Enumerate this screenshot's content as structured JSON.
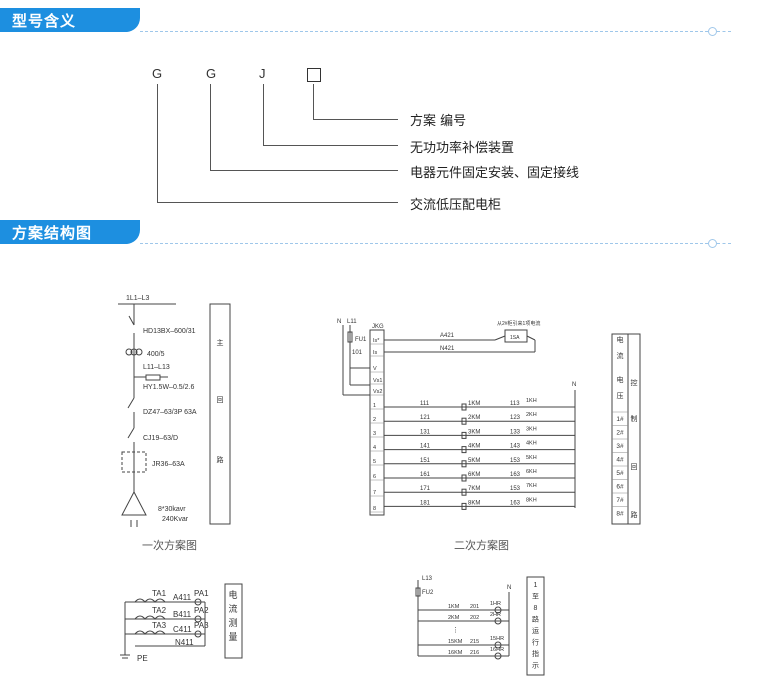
{
  "sections": {
    "model_title": "型号含义",
    "scheme_title": "方案结构图"
  },
  "model": {
    "letters": [
      "G",
      "G",
      "J"
    ],
    "meanings": [
      "方案 编号",
      "无功功率补偿装置",
      "电器元件固定安装、固定接线",
      "交流低压配电柜"
    ]
  },
  "primary": {
    "bus": "1L1–L3",
    "switch": "HD13BX–600/31",
    "ct": "400/5",
    "lines": "L11–L13",
    "arrester": "HY1.5W–0.5/2.6",
    "breaker": "DZ47–63/3P 63A",
    "contactor": "CJ19–63/D",
    "relay": "JR36–63A",
    "cap1": "8*30kavr",
    "cap2": "240Kvar",
    "side": [
      "主",
      "回",
      "路"
    ],
    "caption": "一次方案图"
  },
  "secondary": {
    "top_n": "N",
    "top_l": "L11",
    "fuse": "FU1",
    "node": "101",
    "jkg": "JKG",
    "ports": [
      "Is*",
      "Is",
      "V",
      "Vs1",
      "Vs2",
      "1",
      "2",
      "3",
      "4",
      "5",
      "6",
      "7",
      "8"
    ],
    "a421": "A421",
    "n421": "N421",
    "ammeter_note": "从2#柜引来1项电流",
    "ammeter": "1SA",
    "n_right": "N",
    "rows": [
      {
        "a": "111",
        "km": "1KM",
        "b": "113",
        "kh": "1KH"
      },
      {
        "a": "121",
        "km": "2KM",
        "b": "123",
        "kh": "2KH"
      },
      {
        "a": "131",
        "km": "3KM",
        "b": "133",
        "kh": "3KH"
      },
      {
        "a": "141",
        "km": "4KM",
        "b": "143",
        "kh": "4KH"
      },
      {
        "a": "151",
        "km": "5KM",
        "b": "153",
        "kh": "5KH"
      },
      {
        "a": "161",
        "km": "6KM",
        "b": "163",
        "kh": "6KH"
      },
      {
        "a": "171",
        "km": "7KM",
        "b": "153",
        "kh": "7KH"
      },
      {
        "a": "181",
        "km": "8KM",
        "b": "163",
        "kh": "8KH"
      }
    ],
    "side_top": [
      "电",
      "流",
      "电",
      "压"
    ],
    "side_ctrl": [
      "控",
      "制",
      "回",
      "路"
    ],
    "side_nums": [
      "1#",
      "2#",
      "3#",
      "4#",
      "5#",
      "6#",
      "7#",
      "8#"
    ],
    "caption": "二次方案图"
  },
  "measure": {
    "ta": [
      "TA1",
      "TA2",
      "TA3"
    ],
    "lines": [
      "A411",
      "B411",
      "C411"
    ],
    "pa": [
      "PA1",
      "PA2",
      "PA3"
    ],
    "n": "N411",
    "pe": "PE",
    "side": [
      "电",
      "流",
      "测",
      "量"
    ]
  },
  "indicate": {
    "l13": "L13",
    "fu": "FU2",
    "n": "N",
    "rows": [
      {
        "km": "1KM",
        "num": "201",
        "hr": "1HR"
      },
      {
        "km": "2KM",
        "num": "202",
        "hr": "2HR"
      },
      {
        "km": "15KM",
        "num": "215",
        "hr": "15HR"
      },
      {
        "km": "16KM",
        "num": "216",
        "hr": "16HR"
      }
    ],
    "side": [
      "1",
      "至",
      "8",
      "路",
      "运",
      "行",
      "指",
      "示"
    ]
  }
}
